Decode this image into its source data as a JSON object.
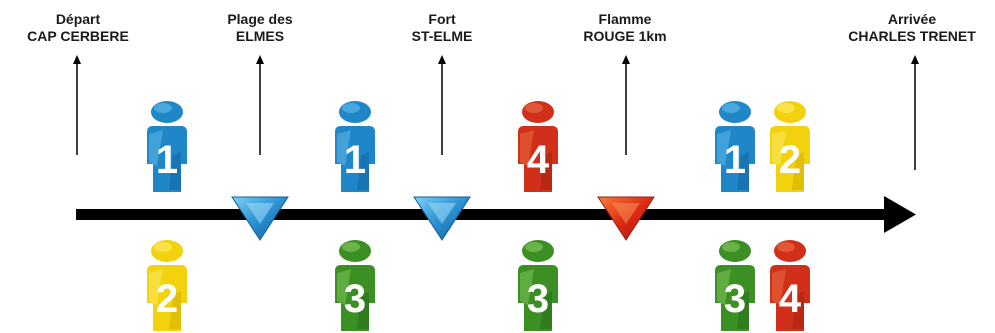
{
  "checkpoints": [
    {
      "line1": "Départ",
      "line2": "CAP CERBERE"
    },
    {
      "line1": "Plage des",
      "line2": "ELMES"
    },
    {
      "line1": "Fort",
      "line2": "ST-ELME"
    },
    {
      "line1": "Flamme",
      "line2": "ROUGE 1km"
    },
    {
      "line1": "Arrivée",
      "line2": "CHARLES TRENET"
    }
  ],
  "markers": [
    "blue-triangle",
    "blue-triangle",
    "red-triangle"
  ],
  "runners_top": [
    [
      "1"
    ],
    [
      "1"
    ],
    [
      "4"
    ],
    [
      "1",
      "2"
    ]
  ],
  "runners_bottom": [
    [
      "2"
    ],
    [
      "3"
    ],
    [
      "3"
    ],
    [
      "3",
      "4"
    ]
  ],
  "runner_colors": {
    "1": {
      "body": "#1f86c8",
      "light": "#6cc3ee",
      "dark": "#0f5f99"
    },
    "2": {
      "body": "#f2d20c",
      "light": "#fff07a",
      "dark": "#c9a800"
    },
    "3": {
      "body": "#3c8f22",
      "light": "#8fd16a",
      "dark": "#22661a"
    },
    "4": {
      "body": "#d0301a",
      "light": "#f07a4a",
      "dark": "#9a1e10"
    }
  },
  "colors": {
    "timeline": "#000000",
    "blue_marker": "#2a8fd0",
    "red_marker": "#e02a14"
  }
}
